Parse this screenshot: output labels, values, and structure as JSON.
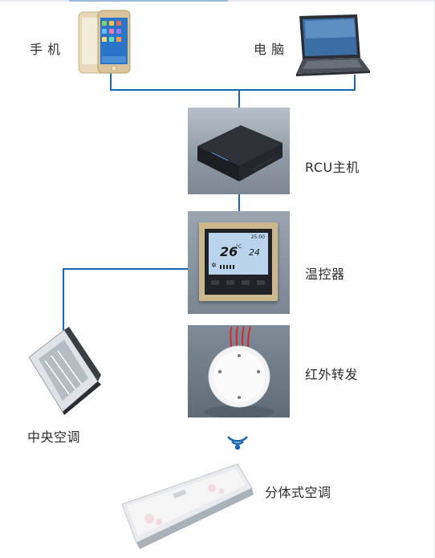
{
  "labels": {
    "phone": "手 机",
    "computer": "电 脑",
    "rcu": "RCU主机",
    "thermostat": "温控器",
    "ir": "红外转发",
    "central_ac": "中央空调",
    "split_ac": "分体式空调"
  },
  "thermostat_screen": {
    "time": "25:00",
    "room_temp": "26",
    "set_temp": "24",
    "unit": "°C"
  }
}
